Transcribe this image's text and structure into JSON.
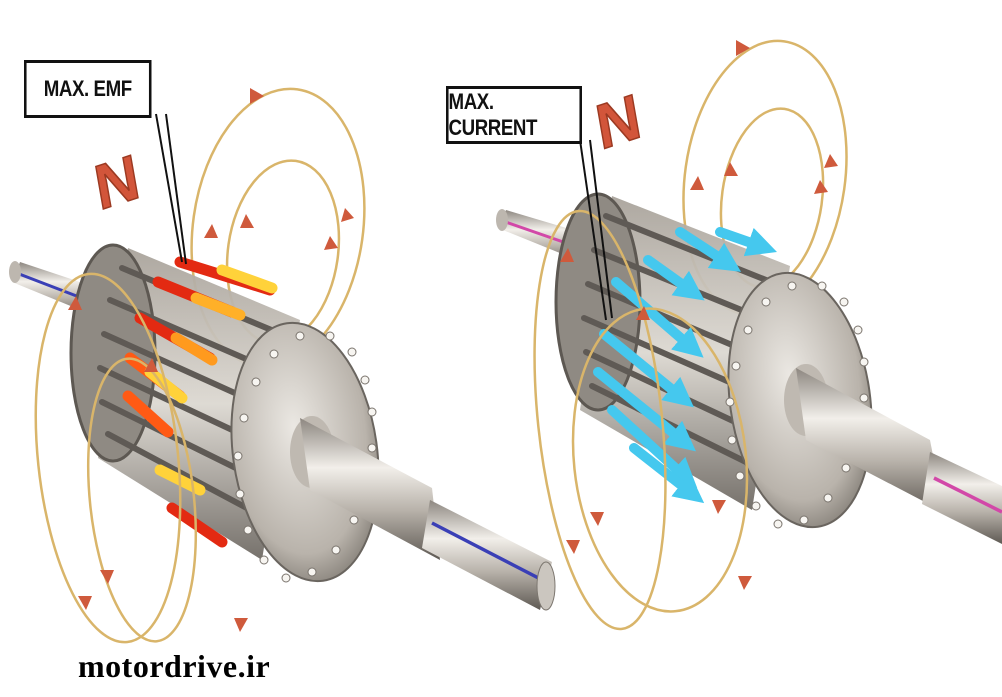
{
  "left_panel": {
    "label": "MAX. EMF",
    "pole_letter": "N",
    "conductor_colors": [
      "#e32a12",
      "#ff5a14",
      "#ff9a1e",
      "#ffd23a"
    ]
  },
  "right_panel": {
    "label": "MAX. CURRENT",
    "pole_letter": "N",
    "arrow_color": "#45c8ee"
  },
  "colors": {
    "field_line": "#d9b56a",
    "field_arrow": "#cf5a3c",
    "metal_light": "#e6e3de",
    "metal_dark": "#6f6a64",
    "pole_letter": "#d2553a"
  },
  "watermark": "motordrive.ir"
}
